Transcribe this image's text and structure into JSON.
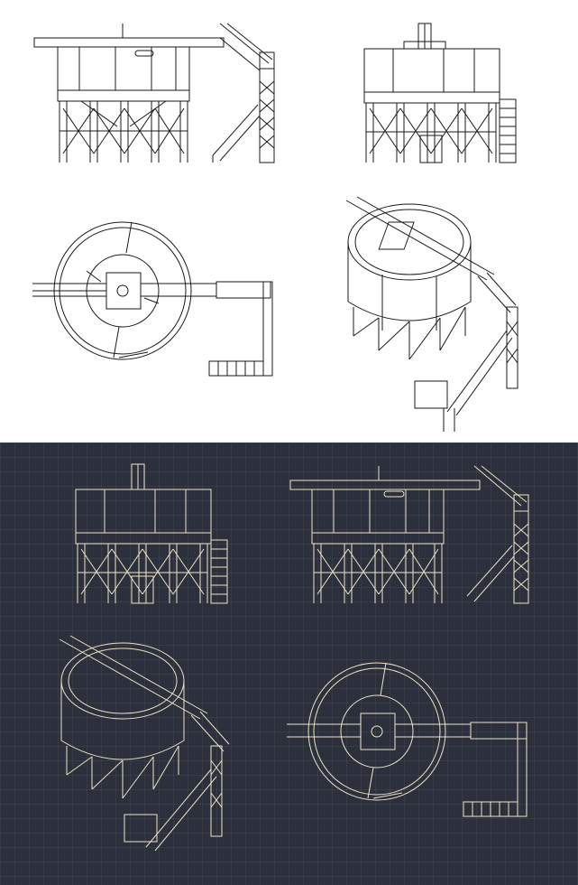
{
  "sheets": [
    {
      "theme": "light",
      "line_color": "#1a1a1a",
      "background": "#ffffff",
      "views": [
        "front-elevation-with-stair",
        "side-elevation",
        "plan-view",
        "isometric-view"
      ]
    },
    {
      "theme": "dark",
      "line_color": "#ece3c6",
      "background": "#2b303c",
      "views": [
        "side-elevation",
        "front-elevation-with-stair",
        "isometric-view",
        "plan-view"
      ]
    }
  ]
}
